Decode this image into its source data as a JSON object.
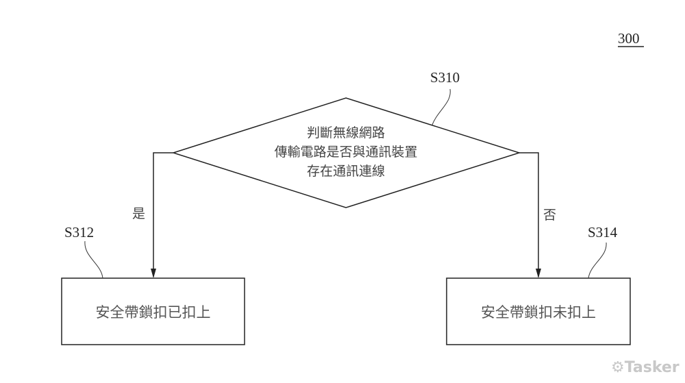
{
  "figure_number": "300",
  "decision": {
    "step_id": "S310",
    "lines": [
      "判斷無線網路",
      "傳輸電路是否與通訊裝置",
      "存在通訊連線"
    ]
  },
  "branches": {
    "yes_label": "是",
    "no_label": "否"
  },
  "boxes": [
    {
      "step_id": "S312",
      "text": "安全帶鎖扣已扣上"
    },
    {
      "step_id": "S314",
      "text": "安全帶鎖扣未扣上"
    }
  ],
  "watermark": "Tasker"
}
